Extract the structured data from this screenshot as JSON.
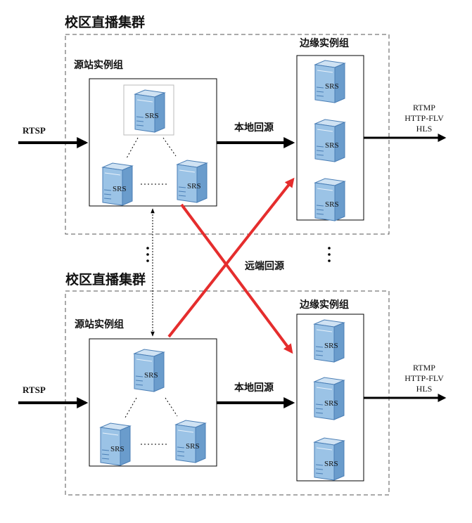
{
  "colors": {
    "server_front": "#9bc3e6",
    "server_top": "#cfe2f3",
    "server_side": "#6a9ccc",
    "server_stroke": "#4a7eb5",
    "remote_arrow": "#e52d2d",
    "line": "#000000"
  },
  "clusters": [
    {
      "title": "校区直播集群",
      "origin_group_label": "源站实例组",
      "edge_group_label": "边缘实例组",
      "input_protocol": "RTSP",
      "local_fetch_label": "本地回源",
      "output_protocols": [
        "RTMP",
        "HTTP-FLV",
        "HLS"
      ]
    },
    {
      "title": "校区直播集群",
      "origin_group_label": "源站实例组",
      "edge_group_label": "边缘实例组",
      "input_protocol": "RTSP",
      "local_fetch_label": "本地回源",
      "output_protocols": [
        "RTMP",
        "HTTP-FLV",
        "HLS"
      ]
    }
  ],
  "server_label": "SRS",
  "remote_fetch_label": "远端回源",
  "icons": [
    "server-icon",
    "vertical-ellipsis-icon"
  ]
}
